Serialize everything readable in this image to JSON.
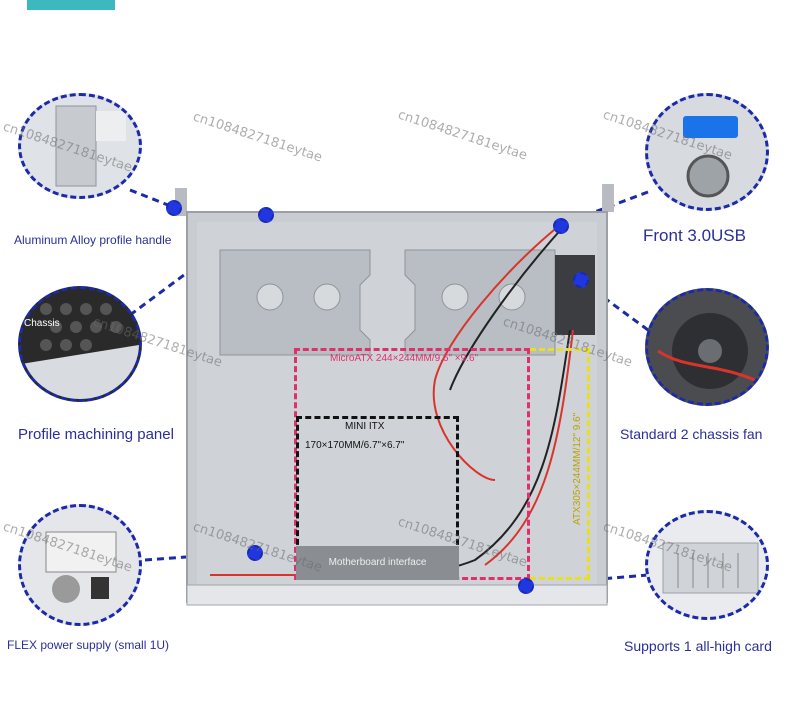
{
  "features": {
    "handle": "Aluminum Alloy profile handle",
    "panel": "Profile machining panel",
    "psu": "FLEX power supply (small 1U)",
    "usb": "Front 3.0USB",
    "fan": "Standard 2 chassis fan",
    "card": "Supports 1 all-high card"
  },
  "board_labels": {
    "micro_atx": "MicroATX 244×244MM/9.6\" ×9.6\"",
    "mini_itx_title": "MINI ITX",
    "mini_itx_size": "170×170MM/6.7\"×6.7\"",
    "atx": "ATX305×244MM/12\" 9.6\"",
    "interface": "Motherboard interface"
  },
  "watermark": "cn1084827181eytae",
  "panel_tag": "Chassis",
  "colors": {
    "label": "#2a2f9a",
    "dash": "#1b2aa8",
    "micro_atx": "#e0306a",
    "mini_itx": "#111111",
    "atx": "#e6e020",
    "tab": "#3cb8bf"
  }
}
